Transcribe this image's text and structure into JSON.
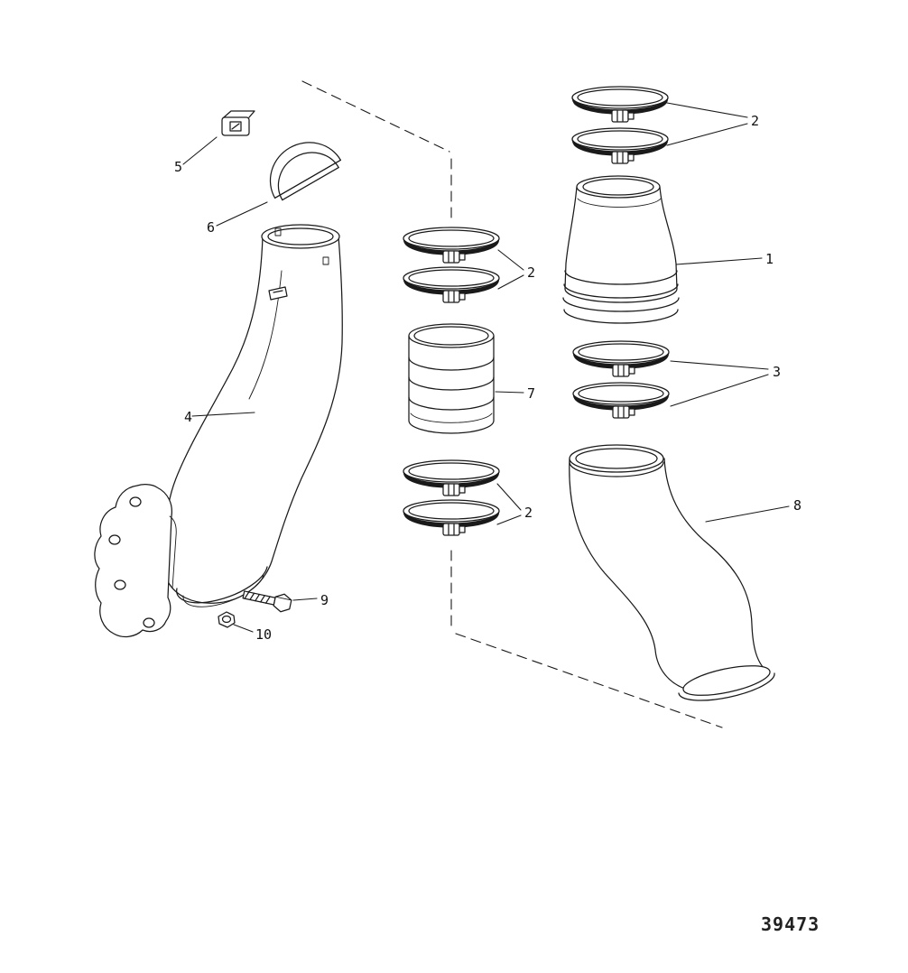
{
  "diagram": {
    "background_color": "#ffffff",
    "line_color": "#1a1a1a",
    "drawing_number": "39473",
    "callouts": {
      "n1": "1",
      "n2": "2",
      "n3": "3",
      "n4": "4",
      "n5": "5",
      "n6": "6",
      "n7": "7",
      "n8": "8",
      "n9": "9",
      "n10": "10"
    }
  }
}
